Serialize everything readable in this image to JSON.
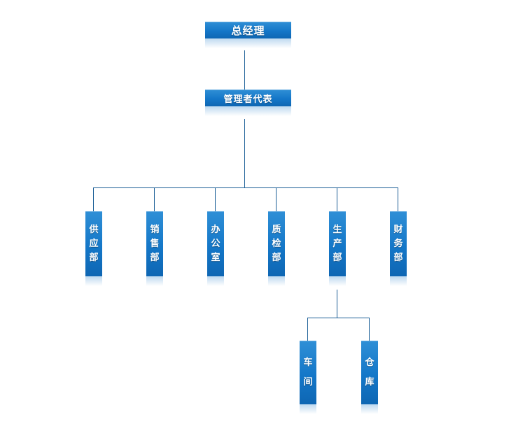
{
  "org_chart": {
    "root": {
      "label": "总经理"
    },
    "representative": {
      "label": "管理者代表"
    },
    "departments": [
      {
        "id": "supply",
        "label": "供应部"
      },
      {
        "id": "sales",
        "label": "销售部"
      },
      {
        "id": "office",
        "label": "办公室"
      },
      {
        "id": "quality",
        "label": "质检部"
      },
      {
        "id": "production",
        "label": "生产部"
      },
      {
        "id": "finance",
        "label": "财务部"
      }
    ],
    "production_units": [
      {
        "id": "workshop",
        "label": "车间"
      },
      {
        "id": "warehouse",
        "label": "仓库"
      }
    ],
    "colors": {
      "box": "#1477c8",
      "line": "#1b5e96",
      "text": "#ffffff"
    }
  }
}
